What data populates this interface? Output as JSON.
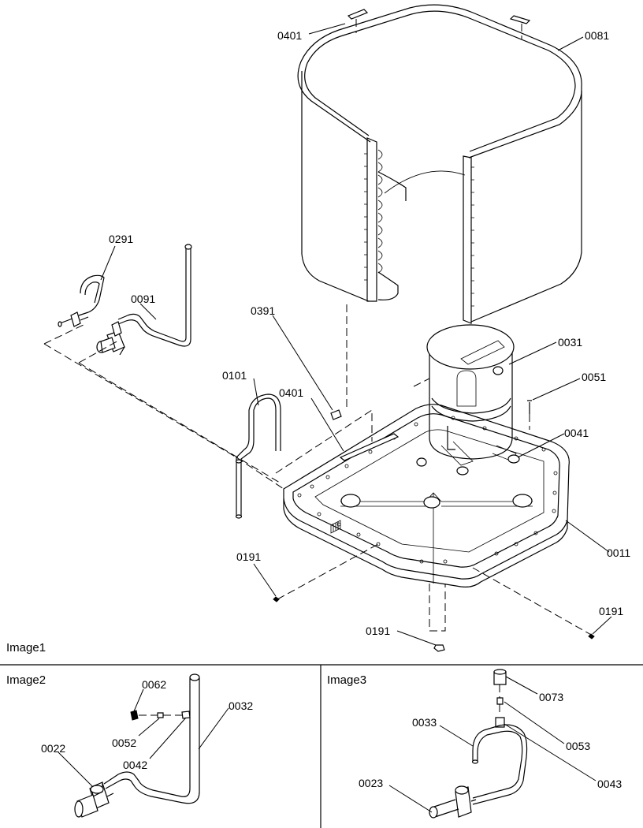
{
  "panels": {
    "image1": {
      "label": "Image1"
    },
    "image2": {
      "label": "Image2"
    },
    "image3": {
      "label": "Image3"
    }
  },
  "parts": {
    "p0401_top": "0401",
    "p0081": "0081",
    "p0291": "0291",
    "p0091": "0091",
    "p0391": "0391",
    "p0031": "0031",
    "p0101": "0101",
    "p0401_mid": "0401",
    "p0051": "0051",
    "p0041": "0041",
    "p0011": "0011",
    "p0191_left": "0191",
    "p0191_right": "0191",
    "p0191_bottom": "0191",
    "p0062": "0062",
    "p0032": "0032",
    "p0052": "0052",
    "p0042": "0042",
    "p0022": "0022",
    "p0073": "0073",
    "p0033": "0033",
    "p0053": "0053",
    "p0023": "0023",
    "p0043": "0043"
  }
}
